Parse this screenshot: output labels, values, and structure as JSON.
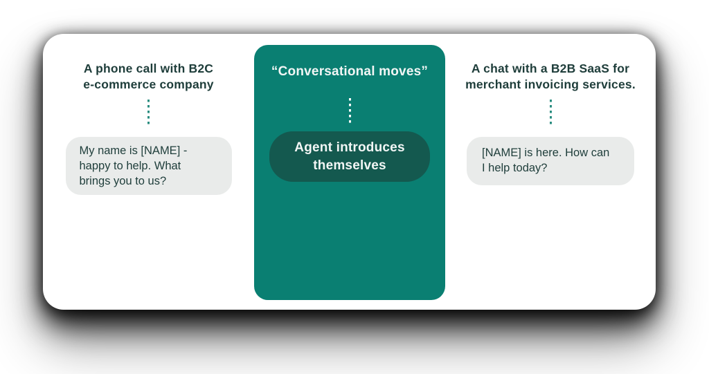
{
  "figure": {
    "left": {
      "heading": "A phone call with B2C\ne-commerce company",
      "bubble": "My name is [NAME] -\nhappy to help. What\nbrings you to us?"
    },
    "center": {
      "heading": "“Conversational moves”",
      "pill": "Agent introduces\nthemselves"
    },
    "right": {
      "heading": "A chat with a B2B SaaS for\nmerchant invoicing services.",
      "bubble": "[NAME] is here. How can\nI help today?"
    }
  },
  "colors": {
    "page-bg": "#ffffff",
    "card-bg": "#ffffff",
    "panel-teal": "#0a7f72",
    "pill-teal": "#14594f",
    "bubble-gray": "#e9ebea",
    "ink": "#1e3d3a",
    "connector-teal": "#2a8d80",
    "text-on-teal": "#f2f6f5"
  }
}
